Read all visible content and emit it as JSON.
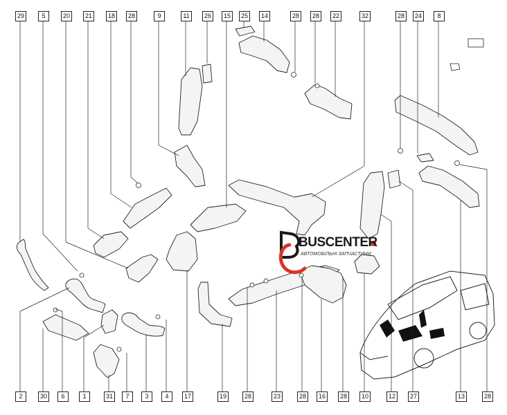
{
  "diagram": {
    "labels": [
      "29",
      "5",
      "20",
      "21",
      "18",
      "28",
      "9",
      "11",
      "26",
      "15",
      "25",
      "14",
      "28",
      "28",
      "22",
      "32",
      "28",
      "24",
      "8",
      "2",
      "30",
      "6",
      "1",
      "31",
      "7",
      "3",
      "4",
      "17",
      "19",
      "28",
      "23",
      "28",
      "16",
      "28",
      "10",
      "12",
      "27",
      "13",
      "28"
    ]
  },
  "watermark": {
    "brand": "BUSCENTER",
    "tagline": "АВТОМОБІЛЬНІ ЗАПЧАСТИНИ"
  },
  "colors": {
    "line": "#222222",
    "part_fill": "#f4f4f4",
    "logo_red": "#d9352a"
  }
}
